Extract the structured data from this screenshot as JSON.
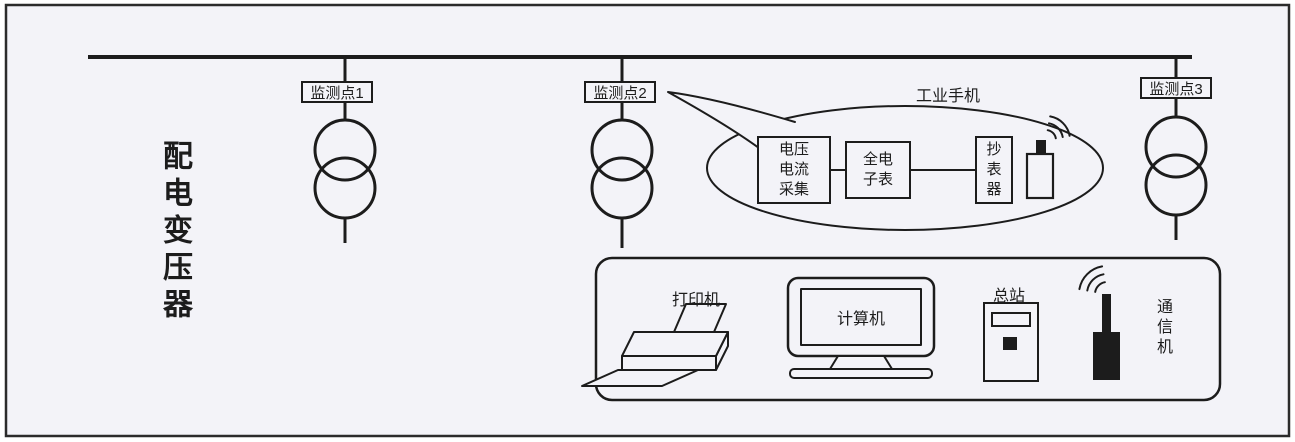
{
  "diagram": {
    "transformer_label": "配电变压器",
    "monitor_points": [
      {
        "label": "监测点1"
      },
      {
        "label": "监测点2"
      },
      {
        "label": "监测点3"
      }
    ],
    "bubble": {
      "title": "工业手机",
      "nodes": [
        {
          "label": "电压电流采集"
        },
        {
          "label": "全电子表"
        },
        {
          "label": "抄表器"
        }
      ]
    },
    "station": {
      "printer_label": "打印机",
      "computer_label": "计算机",
      "master_label": "总站",
      "comm_label": "通信机"
    },
    "colors": {
      "line": "#1c1c1c",
      "panel": "#f3f3f8"
    }
  }
}
